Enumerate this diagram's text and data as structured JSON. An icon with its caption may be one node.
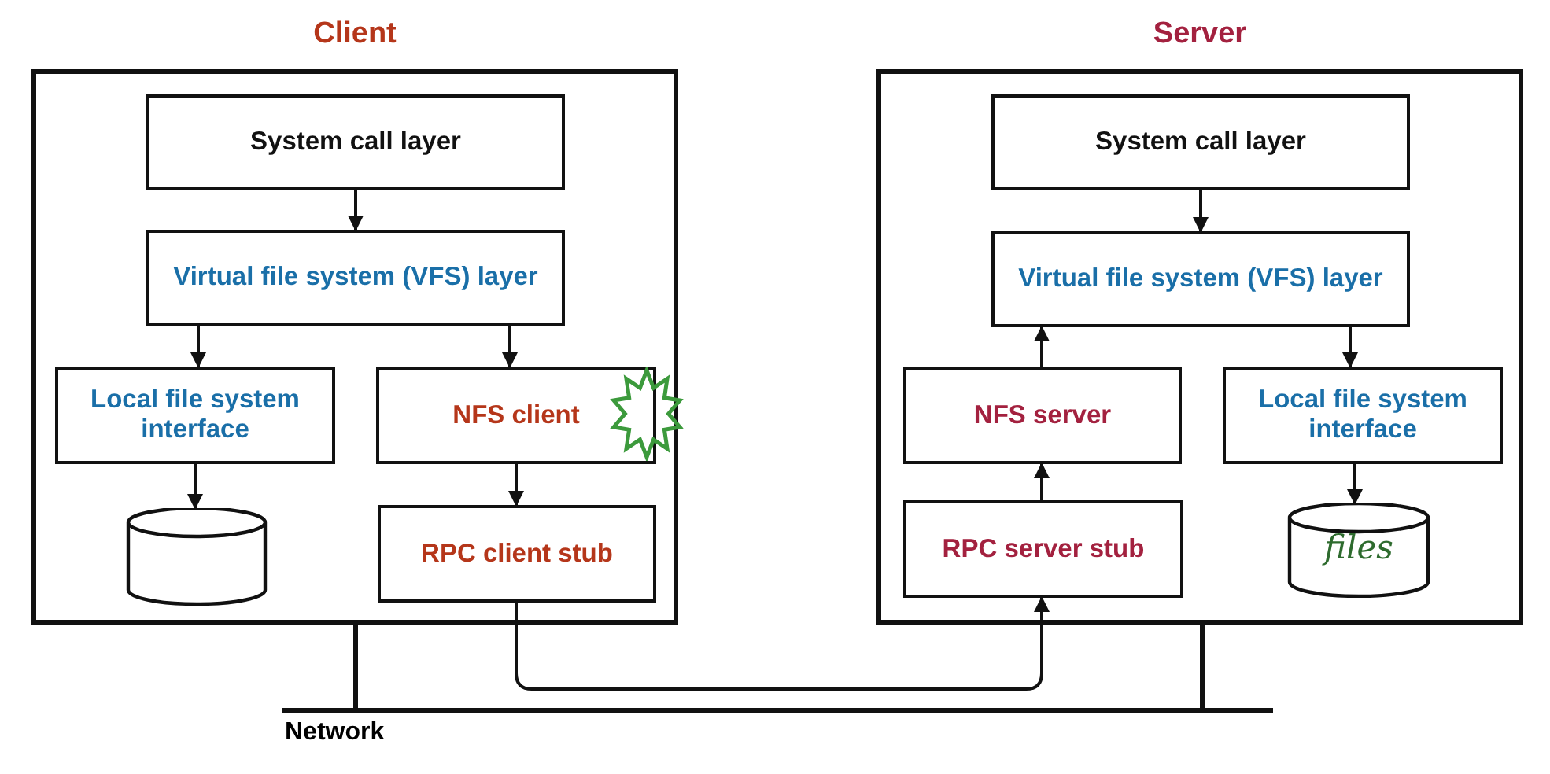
{
  "diagram": {
    "nodes": [
      {
        "text": [
          "Client"
        ]
      },
      {
        "text": [
          "System call layer"
        ],
        "in": 0
      },
      {
        "text": [
          "Virtual file system (VFS) layer"
        ],
        "in": 0
      },
      {
        "text": [
          "Local file system interface"
        ],
        "in": 0
      },
      {
        "text": [
          "NFS client"
        ],
        "in": 0
      },
      {
        "text": [],
        "shape": "cylinder",
        "in": 0
      },
      {
        "text": [
          "RPC client stub"
        ],
        "in": 0
      },
      {
        "text": [
          "Server"
        ]
      },
      {
        "text": [
          "System call layer"
        ],
        "in": 7
      },
      {
        "text": [
          "Virtual file system (VFS) layer"
        ],
        "in": 7
      },
      {
        "text": [
          "NFS server"
        ],
        "in": 7
      },
      {
        "text": [
          "Local file system interface"
        ],
        "in": 7
      },
      {
        "text": [
          "RPC server stub"
        ],
        "in": 7
      },
      {
        "text": [
          "files"
        ],
        "in": 7
      },
      {
        "text": [
          "Network"
        ]
      }
    ],
    "edges": [
      {
        "from": 1,
        "to": 2,
        "arrow": "to"
      },
      {
        "from": 2,
        "to": 3,
        "arrow": "to"
      },
      {
        "from": 2,
        "to": 4,
        "arrow": "to"
      },
      {
        "from": 3,
        "to": 5,
        "arrow": "to"
      },
      {
        "from": 4,
        "to": 6,
        "arrow": "to"
      },
      {
        "from": 6,
        "to": 12,
        "arrow": "to"
      },
      {
        "from": 8,
        "to": 9,
        "arrow": "to"
      },
      {
        "from": 10,
        "to": 9,
        "arrow": "to"
      },
      {
        "from": 12,
        "to": 10,
        "arrow": "to"
      },
      {
        "from": 9,
        "to": 11,
        "arrow": "to"
      },
      {
        "from": 11,
        "to": 13,
        "arrow": "to"
      },
      {
        "from": 0,
        "to": 14,
        "arrow": "none"
      },
      {
        "from": 7,
        "to": 14,
        "arrow": "none"
      }
    ]
  }
}
